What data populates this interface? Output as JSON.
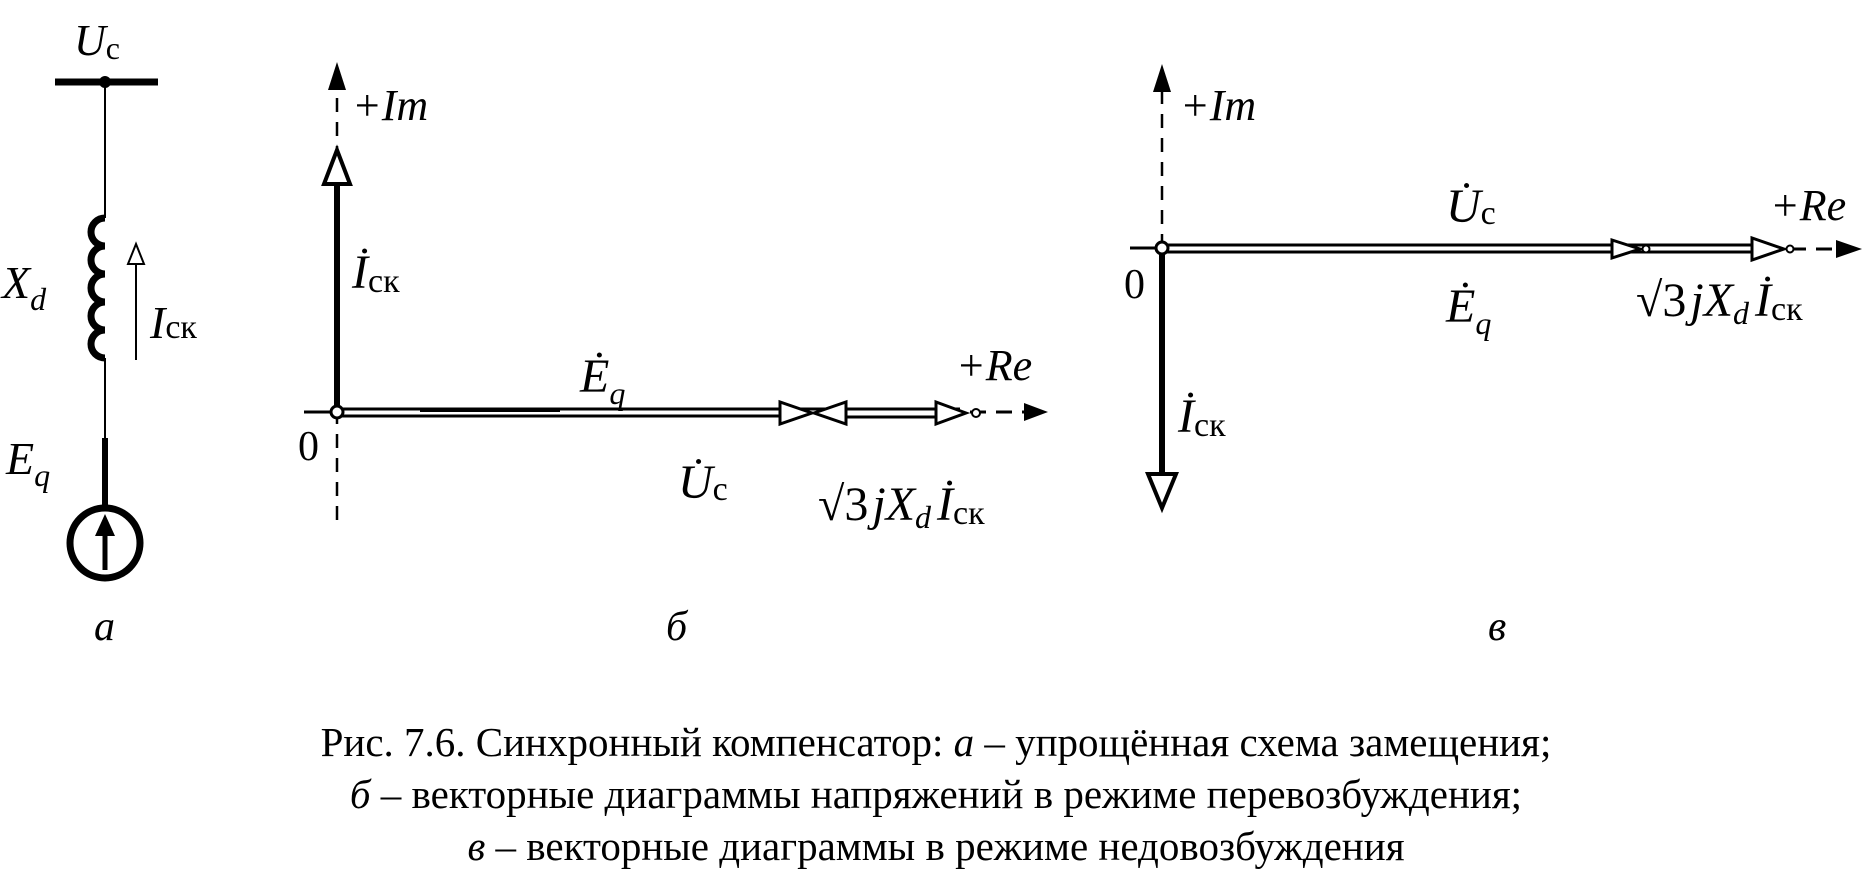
{
  "panel_a": {
    "bus_label": "U",
    "bus_label_sub": "с",
    "reactance_label": "X",
    "reactance_label_sub": "d",
    "current_label": "I",
    "current_label_sub": "ск",
    "emf_label": "E",
    "emf_label_sub": "q",
    "panel_letter": "а"
  },
  "panel_b": {
    "im_axis_label": "+Im",
    "re_axis_label": "+Re",
    "origin_label": "0",
    "current_vector_label": "İ",
    "current_vector_sub": "ск",
    "emf_vector_label": "Ė",
    "emf_vector_sub": "q",
    "voltage_vector_label": "U̇",
    "voltage_vector_sub": "с",
    "drop_label_sqrt": "√3",
    "drop_label_j": "j",
    "drop_label_x": "X",
    "drop_label_x_sub": "d",
    "drop_label_i": "İ",
    "drop_label_i_sub": "ск",
    "panel_letter": "б"
  },
  "panel_c": {
    "im_axis_label": "+Im",
    "re_axis_label": "+Re",
    "origin_label": "0",
    "voltage_vector_label": "U̇",
    "voltage_vector_sub": "с",
    "emf_vector_label": "Ė",
    "emf_vector_sub": "q",
    "current_vector_label": "İ",
    "current_vector_sub": "ск",
    "drop_label_sqrt": "√3",
    "drop_label_j": "j",
    "drop_label_x": "X",
    "drop_label_x_sub": "d",
    "drop_label_i": "İ",
    "drop_label_i_sub": "ск",
    "panel_letter": "в"
  },
  "caption": {
    "line1_prefix": "Рис. 7.6. Синхронный компенсатор: ",
    "line1_letter": "а",
    "line1_text": " – упрощённая схема замещения;",
    "line2_letter": "б",
    "line2_text": " – векторные диаграммы напряжений в режиме перевозбуждения;",
    "line3_letter": "в",
    "line3_text": " – векторные диаграммы в режиме недовозбуждения"
  }
}
